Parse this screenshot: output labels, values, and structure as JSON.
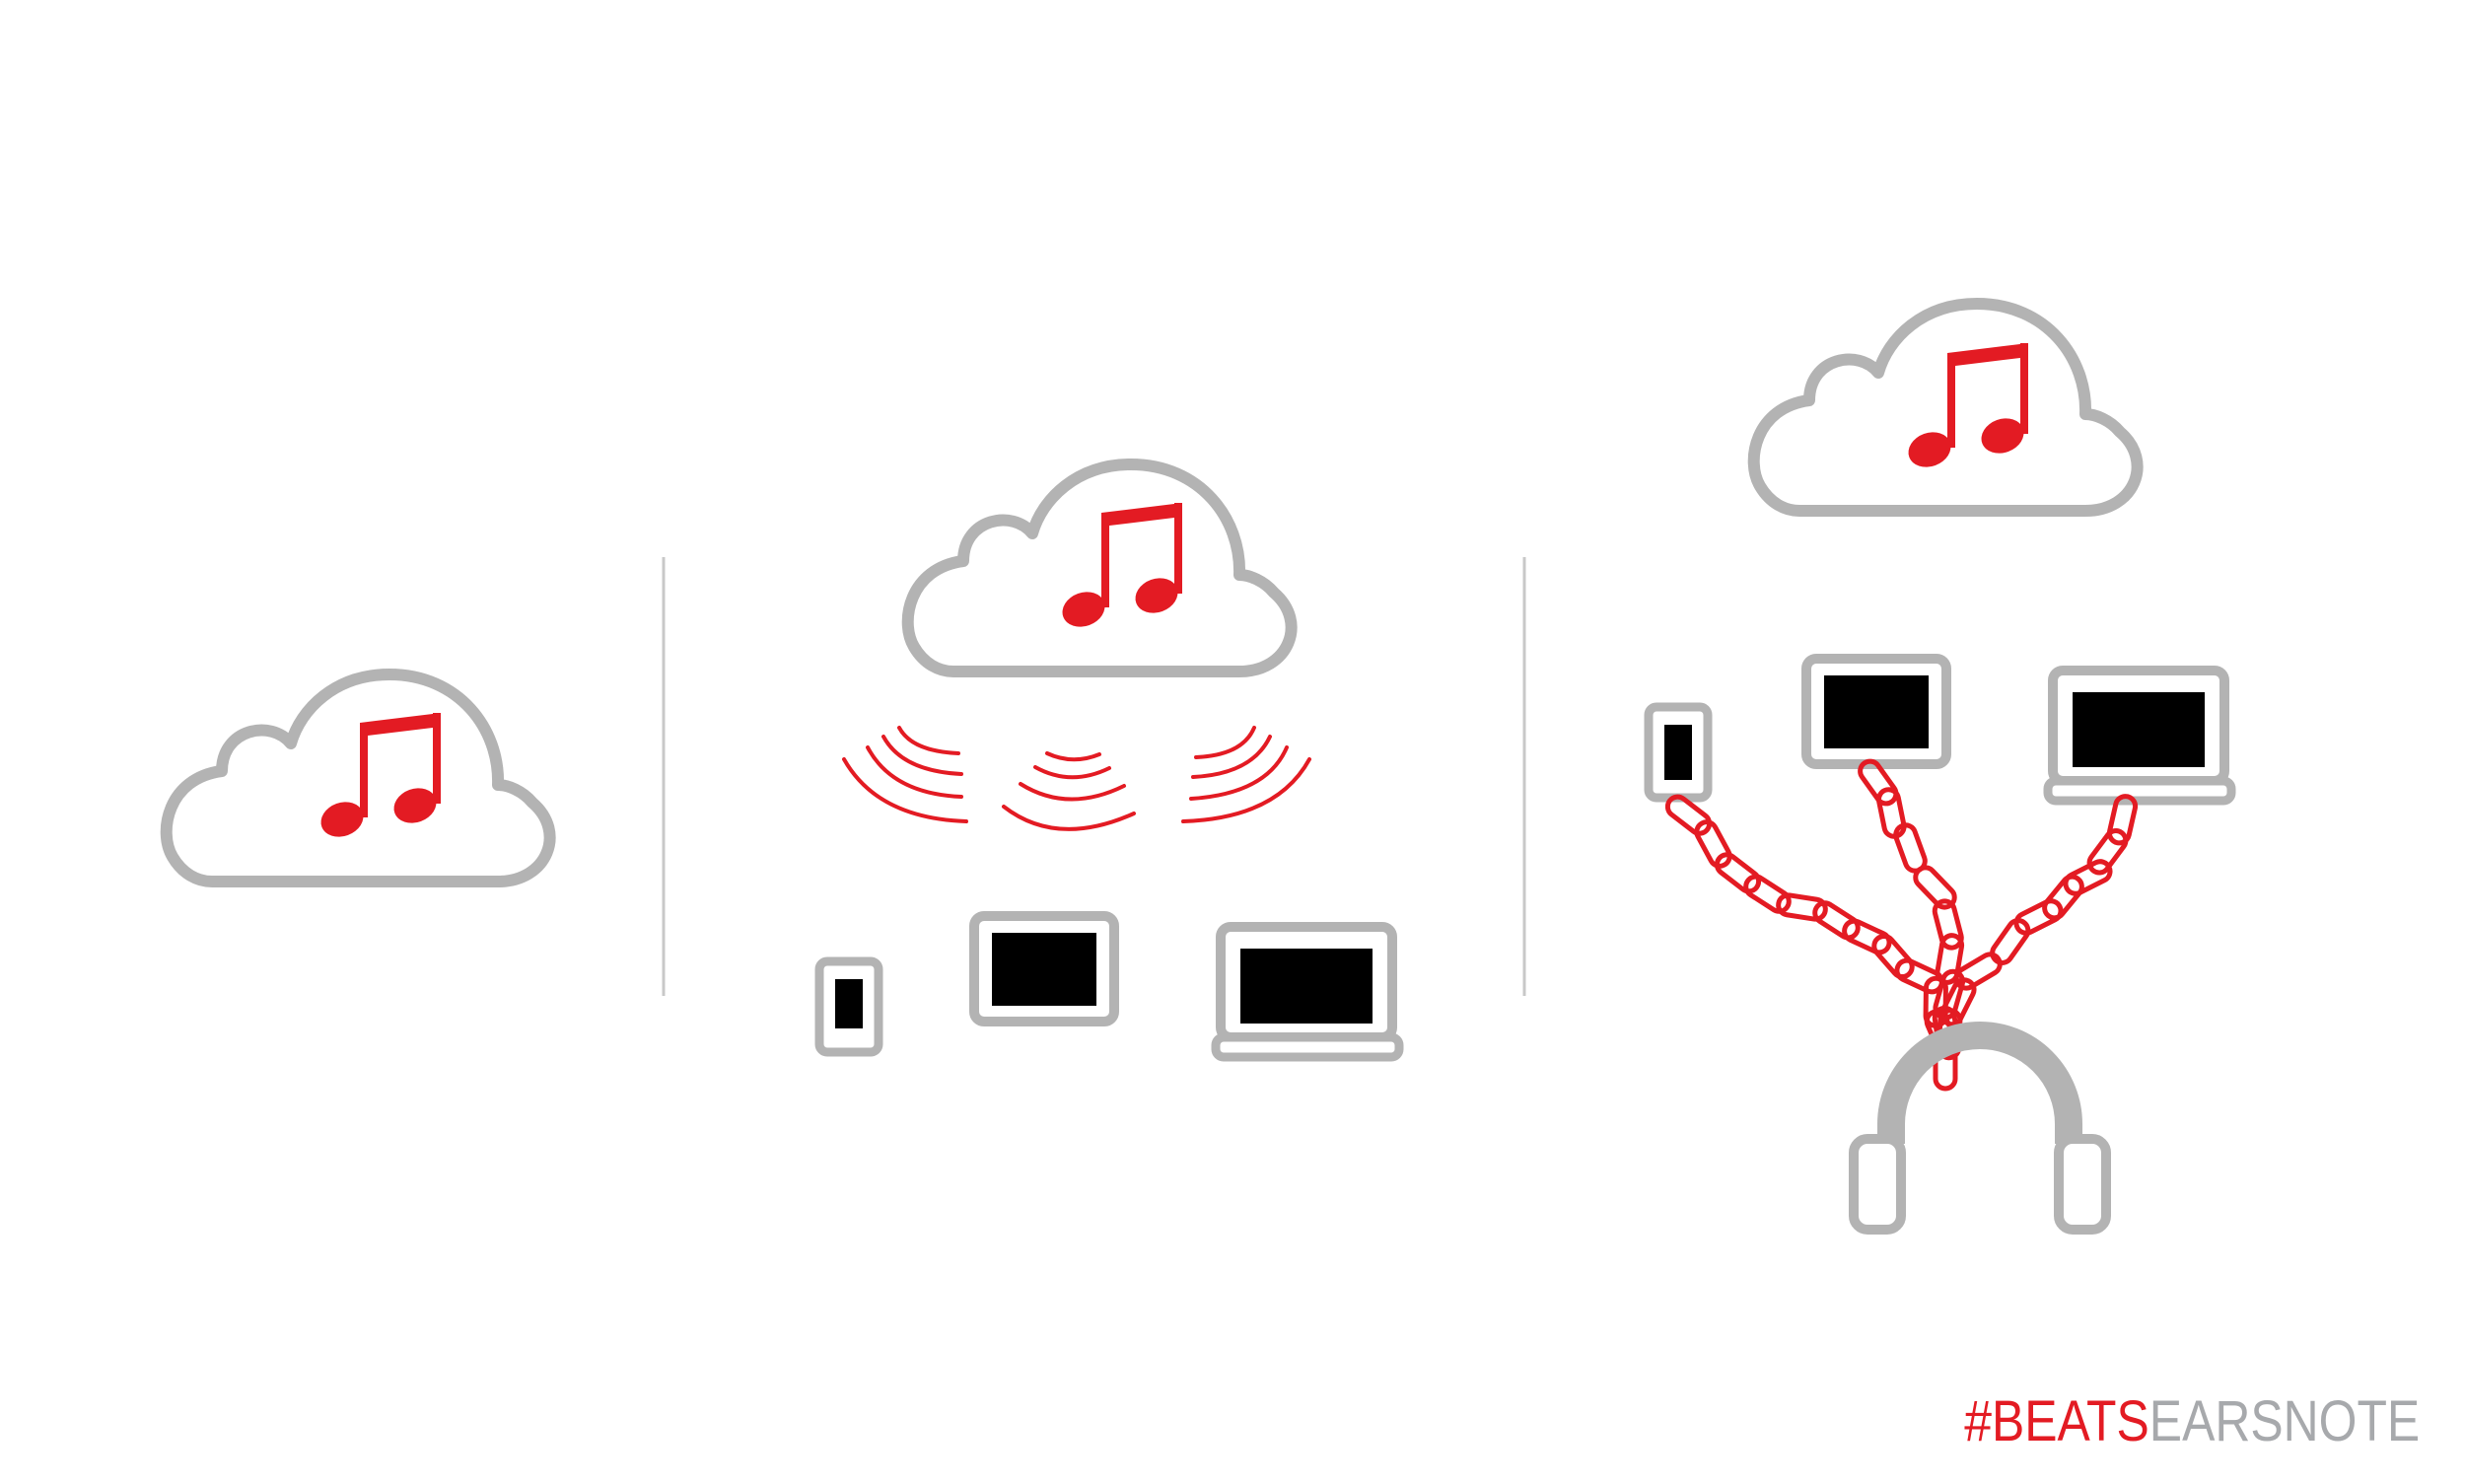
{
  "colors": {
    "accent": "#e31b23",
    "outline": "#b3b3b3",
    "screen": "#000000",
    "divider": "#c8c8c8",
    "background": "#ffffff"
  },
  "panels": [
    {
      "id": "cloud-only",
      "icons": [
        "cloud-icon",
        "music-note-icon"
      ]
    },
    {
      "id": "cloud-wireless-devices",
      "icons": [
        "cloud-icon",
        "music-note-icon",
        "wireless-waves-icon",
        "phone-icon",
        "tablet-icon",
        "laptop-icon"
      ]
    },
    {
      "id": "cloud-devices-chained-headphones",
      "icons": [
        "cloud-icon",
        "music-note-icon",
        "phone-icon",
        "tablet-icon",
        "laptop-icon",
        "chain-icon",
        "headphones-icon"
      ]
    }
  ],
  "branding": {
    "hashtag_accent": "#BEATS",
    "hashtag_rest": "EARSNOTE"
  }
}
